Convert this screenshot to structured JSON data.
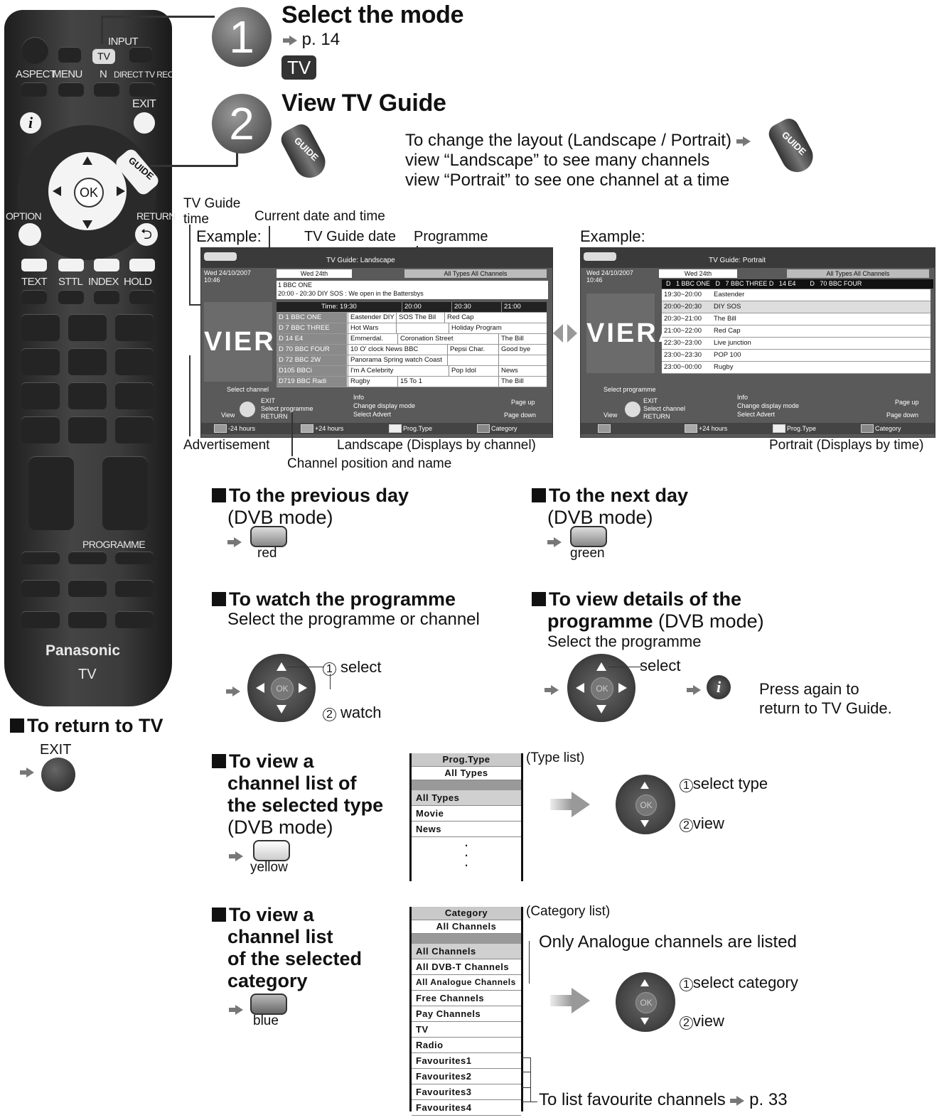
{
  "remote": {
    "labels": {
      "input": "INPUT",
      "tv": "TV",
      "aspect": "ASPECT",
      "menu": "MENU",
      "n": "N",
      "direct_tv_rec": "DIRECT TV REC",
      "exit": "EXIT",
      "guide": "GUIDE",
      "ok": "OK",
      "option": "OPTION",
      "return": "RETURN",
      "text": "TEXT",
      "sttl": "STTL",
      "index": "INDEX",
      "hold": "HOLD",
      "programme": "PROGRAMME",
      "brand": "Panasonic",
      "model": "TV"
    }
  },
  "step1": {
    "number": "1",
    "title": "Select the mode",
    "page_ref": "p. 14",
    "badge": "TV"
  },
  "step2": {
    "number": "2",
    "title": "View TV Guide",
    "layout_line1": "To change the layout (Landscape / Portrait)",
    "layout_line2": "view “Landscape” to see many channels",
    "layout_line3": "view “Portrait” to see one channel at a time"
  },
  "callouts": {
    "tv_guide_time_1": "TV Guide",
    "tv_guide_time_2": "time",
    "current_date_time": "Current date and time",
    "example_left": "Example:",
    "tv_guide_date": "TV Guide date",
    "programme": "Programme",
    "example_right": "Example:",
    "advertisement": "Advertisement",
    "landscape_caption": "Landscape (Displays by channel)",
    "portrait_caption": "Portrait (Displays by time)",
    "channel_position": "Channel position and name"
  },
  "landscape": {
    "header": "TV Guide: Landscape",
    "datetime1": "Wed 24/10/2007",
    "datetime2": "10:46",
    "date_tab": "Wed 24th",
    "type_tab": "All Types All Channels",
    "info1": "1 BBC ONE",
    "info2": "20:00 - 20:30  DIY SOS : We open in the Battersbys",
    "time_row": [
      "Time: 19:30",
      "20:00",
      "20:30",
      "21:00"
    ],
    "rows": [
      {
        "ch": "D    1  BBC ONE",
        "p": [
          "Eastender DIY",
          "SOS The Bil",
          "Red Cap"
        ]
      },
      {
        "ch": "D    7  BBC THREE",
        "p": [
          "Hot Wars",
          "",
          "Holiday Program"
        ]
      },
      {
        "ch": "D  14  E4",
        "p": [
          "Emmerdal.",
          "Coronation Street",
          "The Bill"
        ]
      },
      {
        "ch": "D  70  BBC FOUR",
        "p": [
          "10 O' clock News BBC",
          "Pepsi Char.",
          "Good bye"
        ]
      },
      {
        "ch": "D  72  BBC 2W",
        "p": [
          "Panorama Spring watch Coast",
          "",
          ""
        ]
      },
      {
        "ch": "D105  BBCi",
        "p": [
          "I'm A Celebrity",
          "Pop Idol",
          "News"
        ]
      },
      {
        "ch": "D719  BBC Radi",
        "p": [
          "Rugby",
          "15 To 1",
          "The Bill"
        ]
      }
    ],
    "logo": "VIERA",
    "select_channel": "Select channel",
    "exit": "EXIT",
    "select_programme": "Select programme",
    "return": "RETURN",
    "view": "View",
    "info": "Info",
    "change_display": "Change display mode",
    "select_advert": "Select Advert",
    "page_up": "Page up",
    "page_down": "Page down",
    "minus24": "-24 hours",
    "plus24": "+24 hours",
    "prog_type": "Prog.Type",
    "category": "Category"
  },
  "portrait": {
    "header": "TV Guide: Portrait",
    "datetime1": "Wed 24/10/2007",
    "datetime2": "10:46",
    "date_tab": "Wed 24th",
    "type_tab": "All Types All Channels",
    "channels_row": "D   1 BBC ONE   D   7 BBC THREE D   14 E4        D   70 BBC FOUR",
    "rows": [
      {
        "t": "19:30~20:00",
        "p": "Eastender"
      },
      {
        "t": "20:00~20:30",
        "p": "DIY SOS"
      },
      {
        "t": "20:30~21:00",
        "p": "The Bill"
      },
      {
        "t": "21:00~22:00",
        "p": "Red Cap"
      },
      {
        "t": "22:30~23:00",
        "p": "Live junction"
      },
      {
        "t": "23:00~23:30",
        "p": "POP 100"
      },
      {
        "t": "23:00~00:00",
        "p": "Rugby"
      }
    ],
    "logo": "VIERA",
    "select_programme": "Select programme",
    "exit": "EXIT",
    "select_channel": "Select channel",
    "return": "RETURN",
    "view": "View",
    "info": "Info",
    "change_display": "Change display mode",
    "select_advert": "Select Advert",
    "page_up": "Page up",
    "page_down": "Page down",
    "plus24": "+24 hours",
    "prog_type": "Prog.Type",
    "category": "Category"
  },
  "prev_day": {
    "title": "To the previous day",
    "mode": "(DVB mode)",
    "button": "red"
  },
  "next_day": {
    "title": "To the next day",
    "mode": "(DVB mode)",
    "button": "green"
  },
  "watch": {
    "title": "To watch the programme",
    "subtitle": "Select the programme or channel",
    "select": "select",
    "watch": "watch",
    "n1": "1",
    "n2": "2"
  },
  "details": {
    "title1": "To view details of the",
    "title2_bold": "programme",
    "title2_rest": " (DVB mode)",
    "subtitle": "Select the programme",
    "select": "select",
    "press_again1": "Press again to",
    "press_again2": "return to TV Guide."
  },
  "return_tv": {
    "title": "To return to TV",
    "button": "EXIT"
  },
  "type_list": {
    "title1": "To view a",
    "title2": "channel list of",
    "title3": "the selected type",
    "mode": "(DVB mode)",
    "button": "yellow",
    "list_label": "(Type list)",
    "header1": "Prog.Type",
    "header2": "All Types",
    "items": [
      "All Types",
      "Movie",
      "News"
    ],
    "select_type": "select type",
    "view": "view",
    "n1": "1",
    "n2": "2"
  },
  "category_list": {
    "title1": "To view a",
    "title2": "channel list",
    "title3": "of the selected",
    "title4": "category",
    "button": "blue",
    "list_label": "(Category list)",
    "header1": "Category",
    "header2": "All Channels",
    "items": [
      "All Channels",
      "All DVB-T Channels",
      "All Analogue Channels",
      "Free Channels",
      "Pay Channels",
      "TV",
      "Radio",
      "Favourites1",
      "Favourites2",
      "Favourites3",
      "Favourites4"
    ],
    "analogue_note": "Only Analogue channels are listed",
    "select_category": "select category",
    "view": "view",
    "n1": "1",
    "n2": "2",
    "favourites_note": "To list favourite channels",
    "favourites_page": "p. 33"
  },
  "colors": {
    "ink": "#111111",
    "screen": "#5a5a5a",
    "remote": "#3b3b3b"
  }
}
